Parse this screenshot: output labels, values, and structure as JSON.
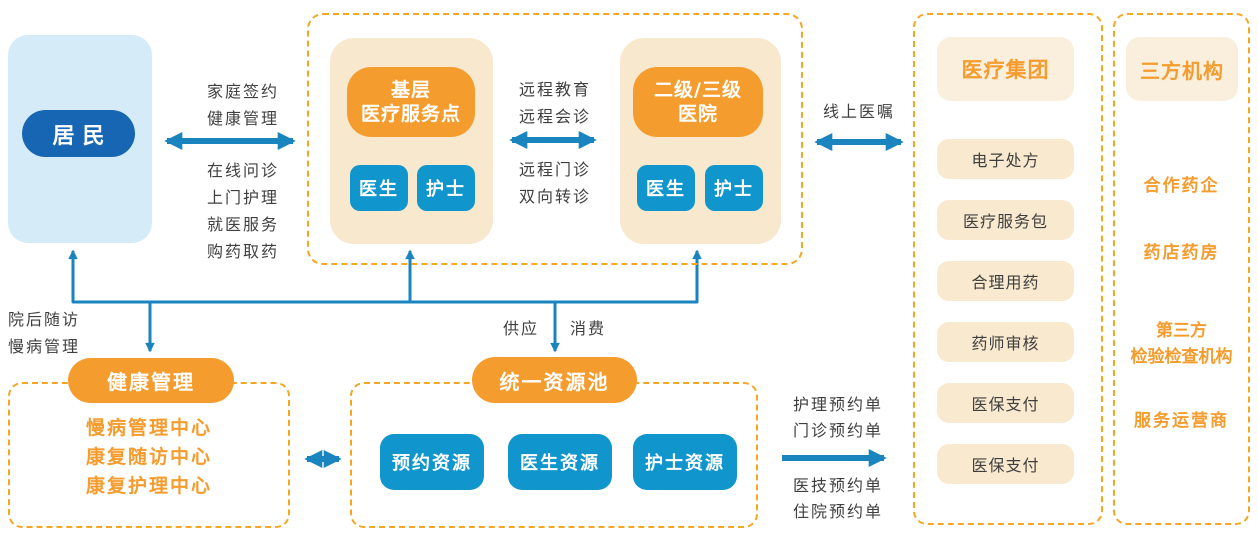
{
  "colors": {
    "arrow_blue": "#1a84bf",
    "orange": "#f59c2f",
    "dashed_border": "#f5a623",
    "dark_blue": "#1766b3",
    "cyan_node": "#1095cc",
    "cream": "#f7e8ce",
    "cream_light": "#faeedd",
    "light_blue": "#d5ecf8",
    "text_dark": "#3f3f3f"
  },
  "resident": {
    "label": "居民"
  },
  "resident_link": {
    "top_lines": [
      "家庭签约",
      "健康管理"
    ],
    "bottom_lines": [
      "在线问诊",
      "上门护理",
      "就医服务",
      "购药取药"
    ]
  },
  "service_network": {
    "primary_site": {
      "title_lines": [
        "基层",
        "医疗服务点"
      ],
      "members": [
        "医生",
        "护士"
      ]
    },
    "hospital": {
      "title_lines": [
        "二级/三级",
        "医院"
      ],
      "members": [
        "医生",
        "护士"
      ]
    },
    "remote_link": {
      "top_lines": [
        "远程教育",
        "远程会诊"
      ],
      "bottom_lines": [
        "远程门诊",
        "双向转诊"
      ]
    }
  },
  "online_order_label": "线上医嘱",
  "medical_group": {
    "title": "医疗集团",
    "items": [
      "电子处方",
      "医疗服务包",
      "合理用药",
      "药师审核",
      "医保支付",
      "医保支付"
    ]
  },
  "third_party": {
    "title": "三方机构",
    "items": [
      [
        "合作药企"
      ],
      [
        "药店药房"
      ],
      [
        "第三方",
        "检验检查机构"
      ],
      [
        "服务运营商"
      ]
    ]
  },
  "flow_labels": {
    "followup_lines": [
      "院后随访",
      "慢病管理"
    ],
    "supply": "供应",
    "consume": "消费"
  },
  "health_management": {
    "title": "健康管理",
    "items": [
      "慢病管理中心",
      "康复随访中心",
      "康复护理中心"
    ]
  },
  "resource_pool": {
    "title": "统一资源池",
    "items": [
      "预约资源",
      "医生资源",
      "护士资源"
    ]
  },
  "order_flow": {
    "top_lines": [
      "护理预约单",
      "门诊预约单"
    ],
    "bottom_lines": [
      "医技预约单",
      "住院预约单"
    ]
  }
}
